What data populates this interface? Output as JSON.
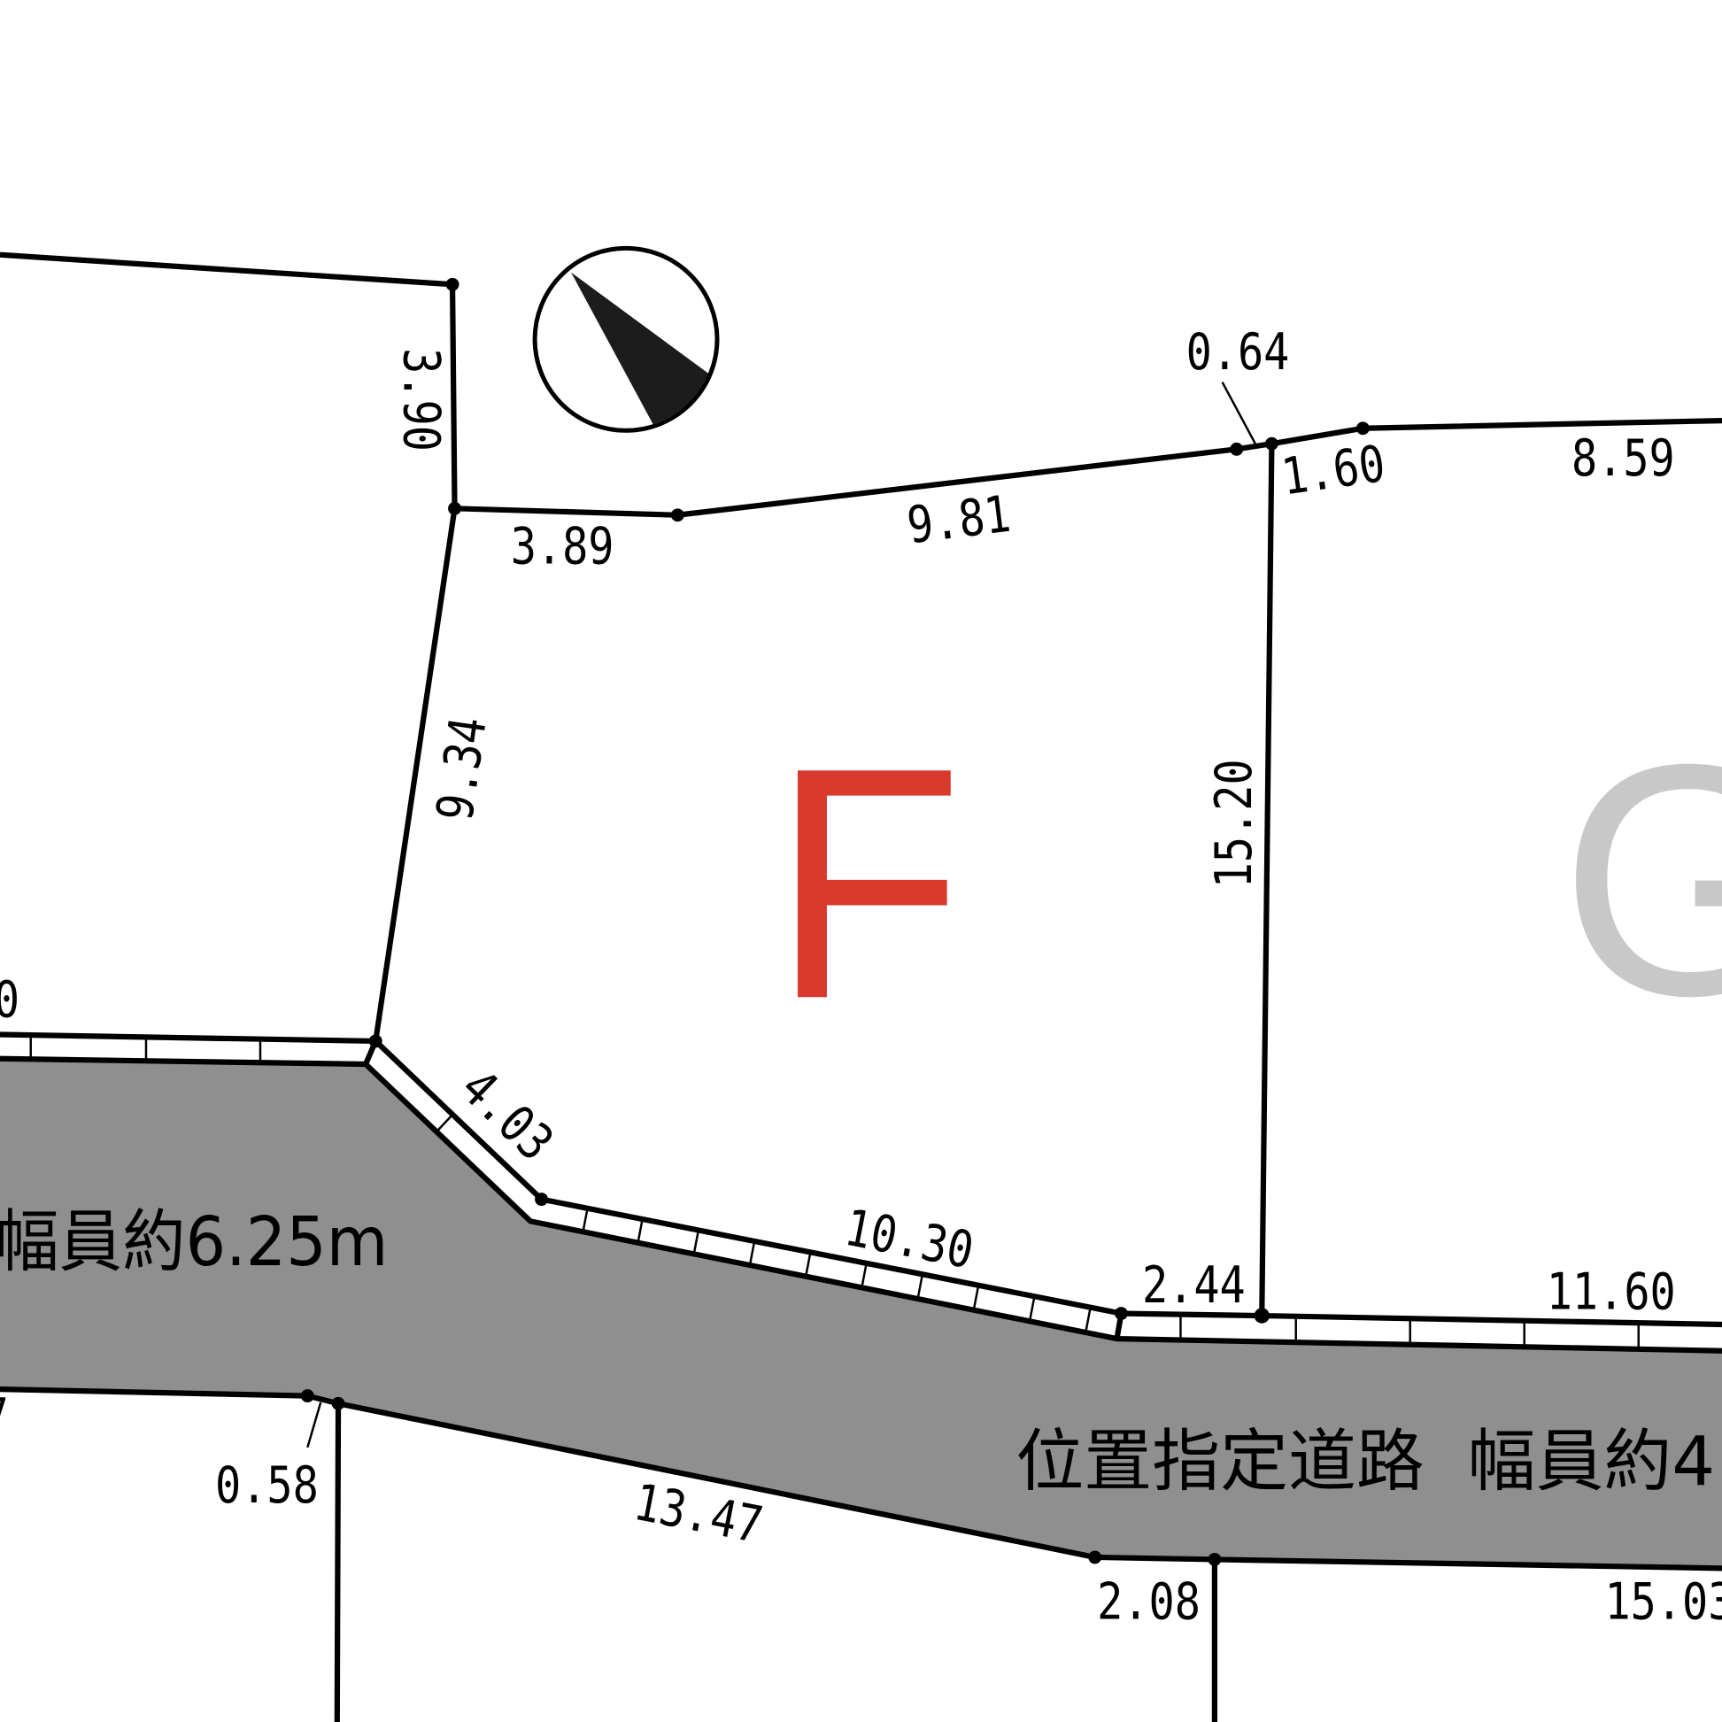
{
  "lots": {
    "f": "F",
    "g": "G"
  },
  "colors": {
    "lot_f": "#d93a2e",
    "lot_g": "#c8c8c8",
    "road": "#8f8f8f",
    "line": "#000000"
  },
  "roads": {
    "upper_left": "幅員約6.25m",
    "main": "位置指定道路  幅員約4"
  },
  "dimensions": {
    "d390": "3.90",
    "d389": "3.89",
    "d981": "9.81",
    "d064": "0.64",
    "d160": "1.60",
    "d859": "8.59",
    "d934": "9.34",
    "d1520": "15.20",
    "d403": "4.03",
    "d1030": "10.30",
    "d244": "2.44",
    "d1160": "11.60",
    "d058": "0.58",
    "d1347": "13.47",
    "d208": "2.08",
    "d1503": "15.03",
    "edge_left_top": "0",
    "edge_left_bottom": "7"
  },
  "compass": "north-arrow-icon"
}
